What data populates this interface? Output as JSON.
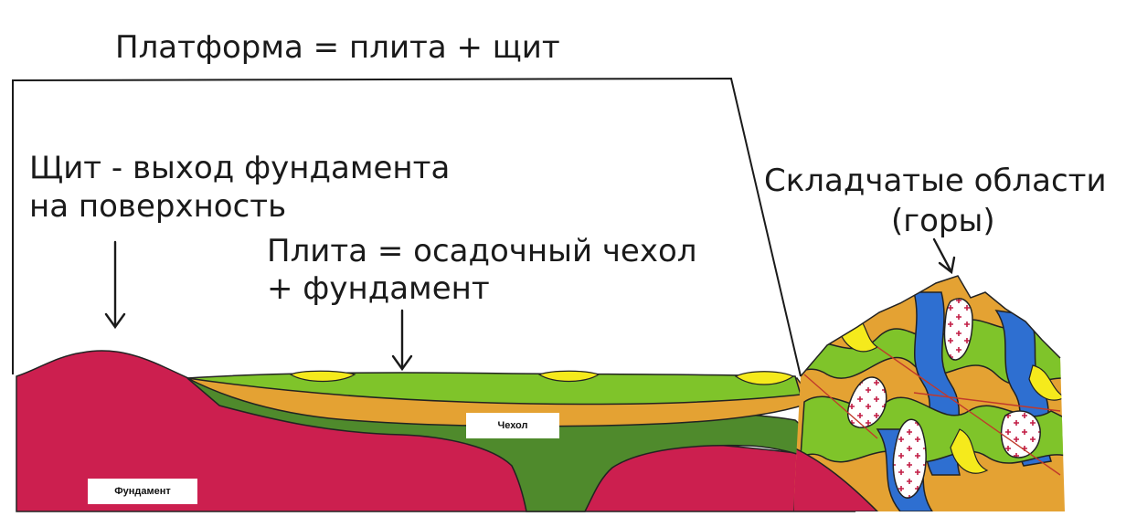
{
  "labels": {
    "title": "Платформа = плита + щит",
    "shield_line1": "Щит - выход фундамента",
    "shield_line2": "на поверхность",
    "plate_line1": "Плита = осадочный чехол",
    "plate_line2": "+ фундамент",
    "fold_line1": "Складчатые области",
    "fold_line2": "(горы)",
    "cover_tag": "Чехол",
    "basement_tag": "Фундамент"
  },
  "colors": {
    "basement": "#cc1f4f",
    "dark_green": "#4f8a2c",
    "orange": "#e4a233",
    "light_green": "#7fc42a",
    "yellow": "#f5ea1c",
    "blue": "#2e6fd1",
    "granite": "#ffffff",
    "granite_cross": "#c21d45"
  }
}
